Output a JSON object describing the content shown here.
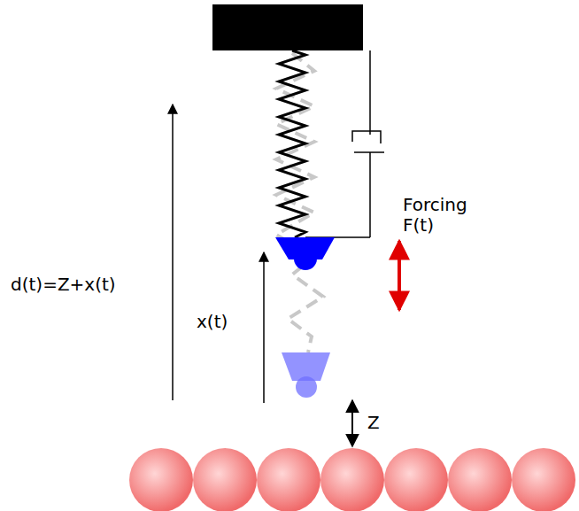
{
  "diagram": {
    "labels": [
      "Forcing F(t)",
      "x(t)",
      "d(t)=Z+x(t)",
      "Z"
    ]
  }
}
